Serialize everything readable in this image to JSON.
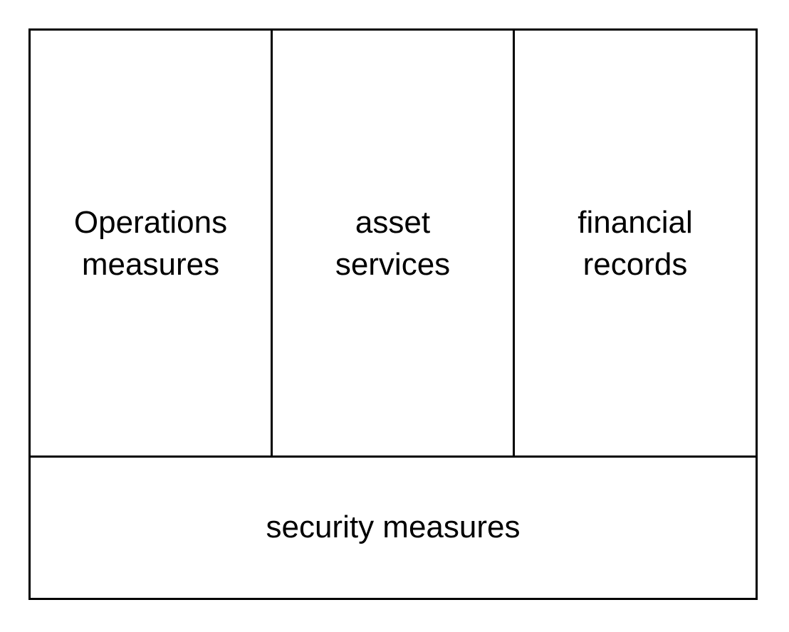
{
  "diagram": {
    "columns": [
      {
        "label": "Operations\nmeasures"
      },
      {
        "label": "asset\nservices"
      },
      {
        "label": "financial\nrecords"
      }
    ],
    "base": {
      "label": "security measures"
    }
  },
  "colors": {
    "stroke": "#000000",
    "fill": "#ffffff",
    "text": "#000000"
  }
}
